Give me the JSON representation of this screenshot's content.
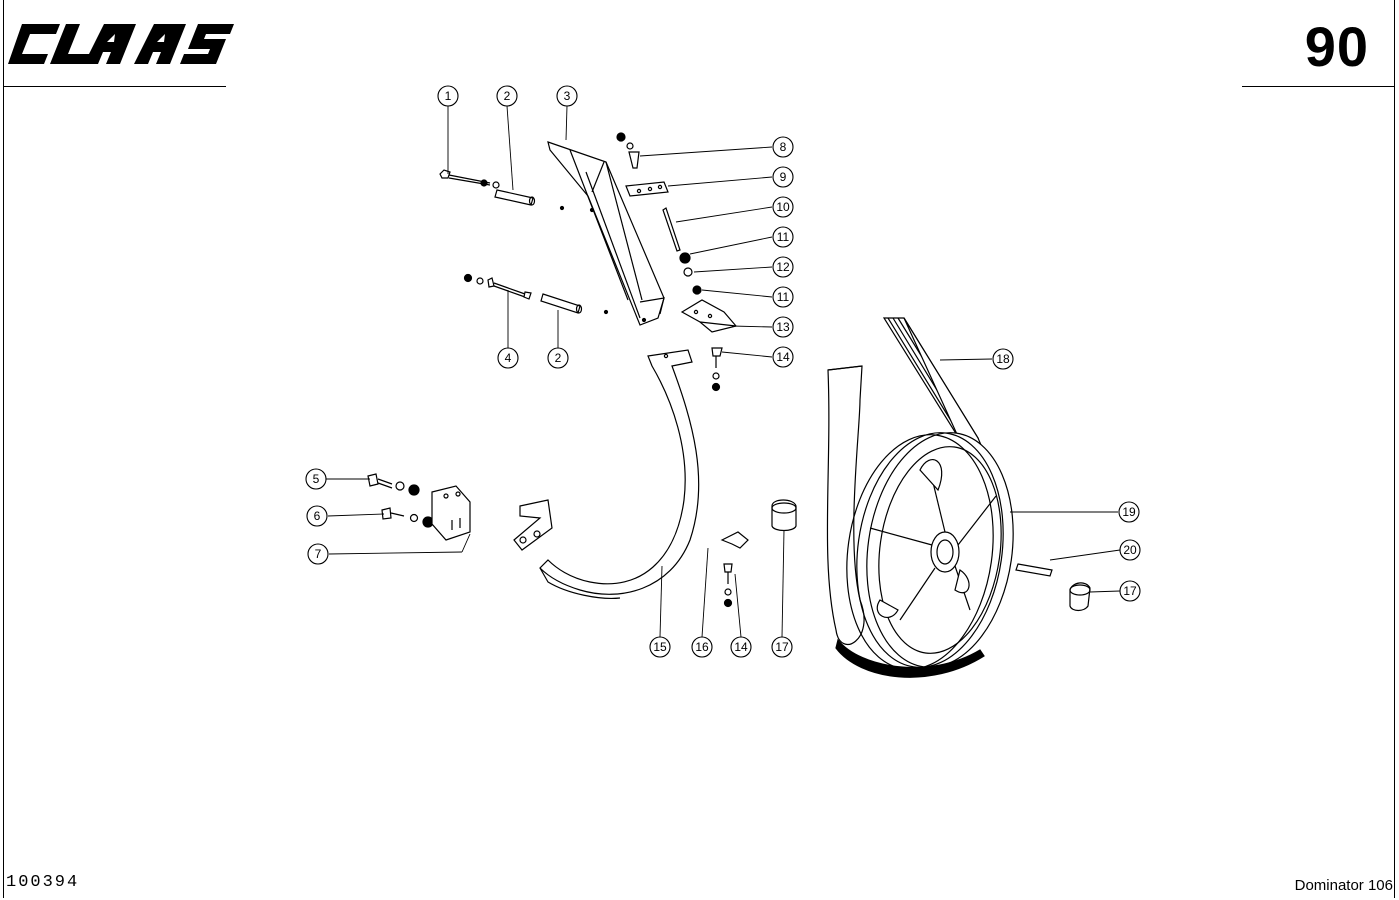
{
  "header": {
    "brand_logo_text": "CLAAS",
    "page_number": "90"
  },
  "footer": {
    "drawing_number": "100394",
    "machine_model": "Dominator 106"
  },
  "callouts": [
    "1",
    "2",
    "3",
    "8",
    "9",
    "10",
    "11",
    "12",
    "11",
    "13",
    "14",
    "4",
    "2",
    "18",
    "5",
    "6",
    "7",
    "19",
    "20",
    "17",
    "15",
    "16",
    "14",
    "17"
  ]
}
